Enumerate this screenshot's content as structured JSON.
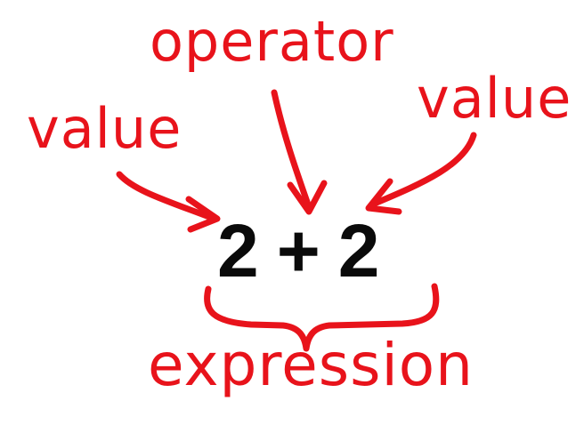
{
  "labels": {
    "value_left": "value",
    "operator": "operator",
    "value_right": "value",
    "expression": "expression"
  },
  "expression_parts": {
    "left_value": "2",
    "operator": "+",
    "right_value": "2"
  },
  "colors": {
    "annotation": "#e8131b",
    "expression_text": "#0a0a0a",
    "background": "#ffffff"
  }
}
